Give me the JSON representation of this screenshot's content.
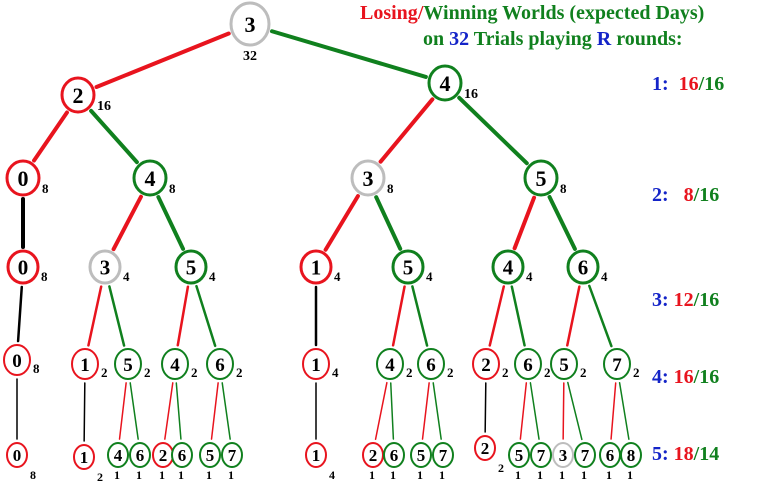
{
  "title": {
    "line1_losing": "Losing",
    "line1_sep": "/",
    "line1_winning": "Winning Worlds (expected Days)",
    "line2_on": "on",
    "line2_trials": "32",
    "line2_mid": "Trials playing",
    "line2_r": "R",
    "line2_end": "rounds:"
  },
  "rounds": [
    {
      "label": "1:",
      "losing": "16",
      "sep": "/",
      "winning": "16"
    },
    {
      "label": "2:",
      "losing": "8",
      "sep": "/",
      "winning": "16"
    },
    {
      "label": "3:",
      "losing": "12",
      "sep": "/",
      "winning": "16"
    },
    {
      "label": "4:",
      "losing": "16",
      "sep": "/",
      "winning": "16"
    },
    {
      "label": "5:",
      "losing": "18",
      "sep": "/",
      "winning": "14"
    }
  ],
  "colors": {
    "losing": "#e8141e",
    "winning": "#10801e",
    "neutral": "#bdbdbd",
    "round_label": "#1424c8",
    "dead_edge": "#000000"
  },
  "tree": {
    "nodes": [
      {
        "id": "r",
        "value": "3",
        "weight": "32",
        "state": "neutral"
      },
      {
        "id": "a",
        "value": "2",
        "weight": "16",
        "state": "losing"
      },
      {
        "id": "b",
        "value": "4",
        "weight": "16",
        "state": "winning"
      },
      {
        "id": "aa",
        "value": "0",
        "weight": "8",
        "state": "losing"
      },
      {
        "id": "ab",
        "value": "4",
        "weight": "8",
        "state": "winning"
      },
      {
        "id": "ba",
        "value": "3",
        "weight": "8",
        "state": "neutral"
      },
      {
        "id": "bb",
        "value": "5",
        "weight": "8",
        "state": "winning"
      },
      {
        "id": "aaa",
        "value": "0",
        "weight": "8",
        "state": "losing"
      },
      {
        "id": "aba",
        "value": "3",
        "weight": "4",
        "state": "neutral"
      },
      {
        "id": "abb",
        "value": "5",
        "weight": "4",
        "state": "winning"
      },
      {
        "id": "baa",
        "value": "1",
        "weight": "4",
        "state": "losing"
      },
      {
        "id": "bab",
        "value": "5",
        "weight": "4",
        "state": "winning"
      },
      {
        "id": "bba",
        "value": "4",
        "weight": "4",
        "state": "winning"
      },
      {
        "id": "bbb",
        "value": "6",
        "weight": "4",
        "state": "winning"
      },
      {
        "id": "aaaa",
        "value": "0",
        "weight": "8",
        "state": "losing"
      },
      {
        "id": "abaa",
        "value": "1",
        "weight": "2",
        "state": "losing"
      },
      {
        "id": "abab",
        "value": "5",
        "weight": "2",
        "state": "winning"
      },
      {
        "id": "abba",
        "value": "4",
        "weight": "2",
        "state": "winning"
      },
      {
        "id": "abbb",
        "value": "6",
        "weight": "2",
        "state": "winning"
      },
      {
        "id": "baaa",
        "value": "1",
        "weight": "4",
        "state": "losing"
      },
      {
        "id": "baba",
        "value": "4",
        "weight": "2",
        "state": "winning"
      },
      {
        "id": "babb",
        "value": "6",
        "weight": "2",
        "state": "winning"
      },
      {
        "id": "bbaa",
        "value": "2",
        "weight": "2",
        "state": "losing"
      },
      {
        "id": "bbab",
        "value": "6",
        "weight": "2",
        "state": "winning"
      },
      {
        "id": "bbba",
        "value": "5",
        "weight": "2",
        "state": "winning"
      },
      {
        "id": "bbbb",
        "value": "7",
        "weight": "2",
        "state": "winning"
      },
      {
        "id": "l5_0",
        "value": "0",
        "weight": "8",
        "state": "losing"
      },
      {
        "id": "l5_1",
        "value": "1",
        "weight": "2",
        "state": "losing"
      },
      {
        "id": "l5_2",
        "value": "4",
        "weight": "1",
        "state": "winning"
      },
      {
        "id": "l5_3",
        "value": "6",
        "weight": "1",
        "state": "winning"
      },
      {
        "id": "l5_4",
        "value": "2",
        "weight": "1",
        "state": "losing"
      },
      {
        "id": "l5_5",
        "value": "6",
        "weight": "1",
        "state": "winning"
      },
      {
        "id": "l5_6",
        "value": "5",
        "weight": "1",
        "state": "winning"
      },
      {
        "id": "l5_7",
        "value": "7",
        "weight": "1",
        "state": "winning"
      },
      {
        "id": "l5_8",
        "value": "1",
        "weight": "4",
        "state": "losing"
      },
      {
        "id": "l5_9",
        "value": "2",
        "weight": "1",
        "state": "losing"
      },
      {
        "id": "l5_10",
        "value": "6",
        "weight": "1",
        "state": "winning"
      },
      {
        "id": "l5_11",
        "value": "5",
        "weight": "1",
        "state": "winning"
      },
      {
        "id": "l5_12",
        "value": "7",
        "weight": "1",
        "state": "winning"
      },
      {
        "id": "l5_13",
        "value": "2",
        "weight": "2",
        "state": "losing"
      },
      {
        "id": "l5_14",
        "value": "5",
        "weight": "1",
        "state": "winning"
      },
      {
        "id": "l5_15",
        "value": "7",
        "weight": "1",
        "state": "winning"
      },
      {
        "id": "l5_16",
        "value": "3",
        "weight": "1",
        "state": "neutral"
      },
      {
        "id": "l5_17",
        "value": "7",
        "weight": "1",
        "state": "winning"
      },
      {
        "id": "l5_18",
        "value": "6",
        "weight": "1",
        "state": "winning"
      },
      {
        "id": "l5_19",
        "value": "8",
        "weight": "1",
        "state": "winning"
      }
    ],
    "edges": [
      [
        "r",
        "a"
      ],
      [
        "r",
        "b"
      ],
      [
        "a",
        "aa"
      ],
      [
        "a",
        "ab"
      ],
      [
        "b",
        "ba"
      ],
      [
        "b",
        "bb"
      ],
      [
        "aa",
        "aaa"
      ],
      [
        "ab",
        "aba"
      ],
      [
        "ab",
        "abb"
      ],
      [
        "ba",
        "baa"
      ],
      [
        "ba",
        "bab"
      ],
      [
        "bb",
        "bba"
      ],
      [
        "bb",
        "bbb"
      ],
      [
        "aaa",
        "aaaa"
      ],
      [
        "aba",
        "abaa"
      ],
      [
        "aba",
        "abab"
      ],
      [
        "abb",
        "abba"
      ],
      [
        "abb",
        "abbb"
      ],
      [
        "baa",
        "baaa"
      ],
      [
        "bab",
        "baba"
      ],
      [
        "bab",
        "babb"
      ],
      [
        "bba",
        "bbaa"
      ],
      [
        "bba",
        "bbab"
      ],
      [
        "bbb",
        "bbba"
      ],
      [
        "bbb",
        "bbbb"
      ],
      [
        "aaaa",
        "l5_0"
      ],
      [
        "abaa",
        "l5_1"
      ],
      [
        "abab",
        "l5_2"
      ],
      [
        "abab",
        "l5_3"
      ],
      [
        "abba",
        "l5_4"
      ],
      [
        "abba",
        "l5_5"
      ],
      [
        "abbb",
        "l5_6"
      ],
      [
        "abbb",
        "l5_7"
      ],
      [
        "baaa",
        "l5_8"
      ],
      [
        "baba",
        "l5_9"
      ],
      [
        "baba",
        "l5_10"
      ],
      [
        "babb",
        "l5_11"
      ],
      [
        "babb",
        "l5_12"
      ],
      [
        "bbaa",
        "l5_13"
      ],
      [
        "bbab",
        "l5_14"
      ],
      [
        "bbab",
        "l5_15"
      ],
      [
        "bbba",
        "l5_16"
      ],
      [
        "bbba",
        "l5_17"
      ],
      [
        "bbbb",
        "l5_18"
      ],
      [
        "bbbb",
        "l5_19"
      ]
    ]
  }
}
